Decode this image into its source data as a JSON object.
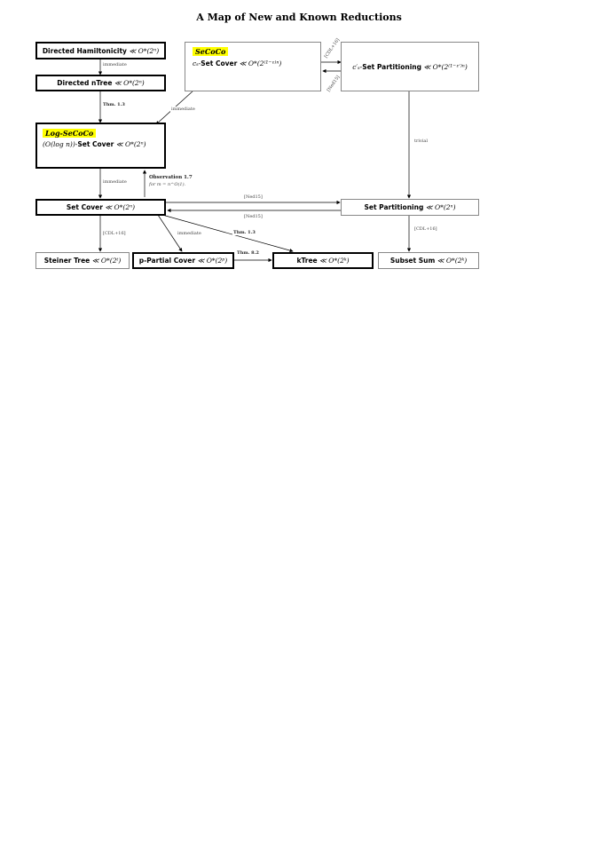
{
  "title": "A Map of New and Known Reductions",
  "boxes": {
    "dir_ham": {
      "name": "Directed Hamiltonicity",
      "bound": "≪ O*(2ⁿ)"
    },
    "dir_ntree": {
      "name": "Directed nTree",
      "bound": "≪ O*(2ⁿ)"
    },
    "secoco": {
      "highlight": "SeCoCo",
      "prefix": "cₛ-",
      "name": "Set Cover",
      "bound": "≪ O*(2⁽¹⁻ᵋ⁾ⁿ)"
    },
    "setpart_c": {
      "prefix": "c′ₛ-",
      "name": "Set Partitioning",
      "bound": "≪ O*(2⁽¹⁻ᵋ′⁾ⁿ)"
    },
    "log_secoco": {
      "highlight": "Log-SeCoCo",
      "prefix": "(O(log n))-",
      "name": "Set Cover",
      "bound": "≪ O*(2ⁿ)"
    },
    "setcover": {
      "name": "Set Cover",
      "bound": "≪ O*(2ⁿ)"
    },
    "setpart": {
      "name": "Set Partitioning",
      "bound": "≪ O*(2ⁿ)"
    },
    "steiner": {
      "name": "Steiner Tree",
      "bound": "≪ O*(2ᵗ)"
    },
    "ppartial": {
      "name": "p-Partial Cover",
      "bound": "≪ O*(2ᵖ)"
    },
    "ktree": {
      "name": "kTree",
      "bound": "≪ O*(2ᵏ)"
    },
    "subsetsum": {
      "name": "Subset Sum",
      "bound": "≪ O*(2ᵏ)"
    }
  },
  "edge_labels": {
    "ham_ntree": "immediate",
    "ntree_log": "Thm. 1.3",
    "secoco_log": "immediate",
    "cdl_top": "[CDL+16]",
    "ned_top": "[Ned15]",
    "trivial": "trivial",
    "log_setcover": "immediate",
    "obs": "Observation 1.7",
    "obs_cond": "for m = n^O(1).",
    "ned_right": "[Ned15]",
    "ned_left": "[Ned15]",
    "cdl_steiner": "[CDL+16]",
    "immediate_pp": "immediate",
    "thm_ktree": "Thm. 1.3",
    "thm_pp_ktree": "Thm. 8.2",
    "cdl_subset": "[CDL+16]"
  }
}
